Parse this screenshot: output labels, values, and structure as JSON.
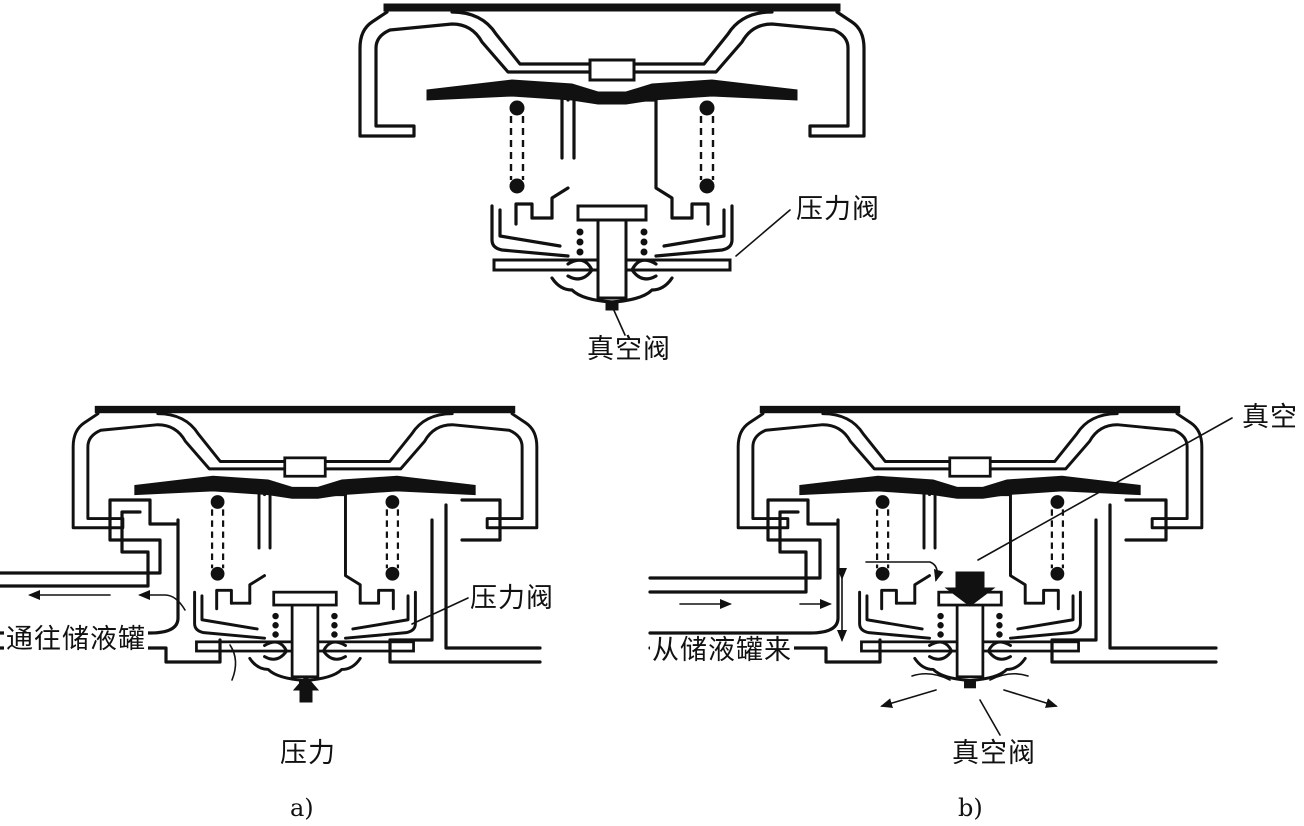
{
  "figure": {
    "top": {
      "label_pressure_valve": "压力阀",
      "label_vacuum_valve": "真空阀"
    },
    "a": {
      "label_pressure_valve": "压力阀",
      "label_to_reservoir": "通往储液罐",
      "label_pressure": "压力",
      "caption": "a)"
    },
    "b": {
      "label_vacuum": "真空",
      "label_from_reservoir": "从储液罐来",
      "label_vacuum_valve": "真空阀",
      "caption": "b)"
    }
  }
}
